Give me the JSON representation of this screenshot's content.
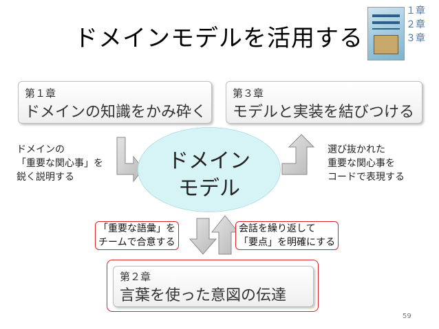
{
  "title": "ドメインモデルを活用する",
  "book_chapters": [
    "１章",
    "２章",
    "３章"
  ],
  "chapter1": {
    "label": "第１章",
    "text": "ドメインの知識をかみ砕く"
  },
  "chapter3": {
    "label": "第３章",
    "text": "モデルと実装を結びつける"
  },
  "chapter2": {
    "label": "第２章",
    "text": "言葉を使った意図の伝達"
  },
  "center": {
    "line1": "ドメイン",
    "line2": "モデル"
  },
  "left_note": [
    "ドメインの",
    "「重要な関心事」を",
    "鋭く説明する"
  ],
  "right_note": [
    "選び抜かれた",
    "重要な関心事を",
    "コードで表現する"
  ],
  "red_left": [
    "「重要な語彙」を",
    "チームで合意する"
  ],
  "red_right": [
    "会話を繰り返して",
    "「要点」を明確にする"
  ],
  "page_number": "59",
  "colors": {
    "red": "#e02020",
    "ellipse": "#d6f3f6",
    "chapter_text": "#4a78b8",
    "arrow": "#c8c8c8"
  }
}
